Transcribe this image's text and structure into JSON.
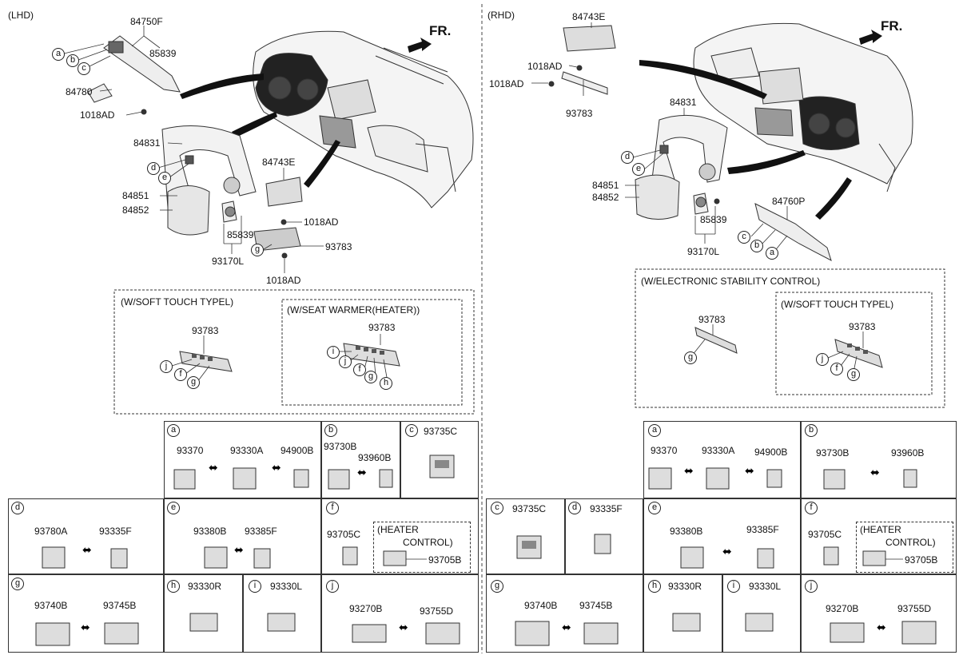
{
  "lhd": {
    "title": "(LHD)",
    "fr": "FR.",
    "parts": {
      "p84750F": "84750F",
      "p85839a": "85839",
      "p84780": "84780",
      "p1018AD_a": "1018AD",
      "p84831": "84831",
      "p84851": "84851",
      "p84852": "84852",
      "p84743E": "84743E",
      "p1018AD_b": "1018AD",
      "p85839b": "85839",
      "p93783": "93783",
      "p93170L": "93170L",
      "p1018AD_c": "1018AD"
    },
    "callouts": {
      "a": "a",
      "b": "b",
      "c": "c",
      "d": "d",
      "e": "e",
      "g": "g"
    },
    "soft_touch": {
      "title": "(W/SOFT TOUCH TYPEL)",
      "part": "93783",
      "callouts": [
        "j",
        "f",
        "g"
      ]
    },
    "seat_warmer": {
      "title": "(W/SEAT WARMER(HEATER))",
      "part": "93783",
      "callouts": [
        "i",
        "j",
        "f",
        "g",
        "h"
      ]
    }
  },
  "rhd": {
    "title": "(RHD)",
    "fr": "FR.",
    "parts": {
      "p84743E": "84743E",
      "p1018AD_a": "1018AD",
      "p1018AD_b": "1018AD",
      "p93783": "93783",
      "p84831": "84831",
      "p84851": "84851",
      "p84852": "84852",
      "p85839": "85839",
      "p93170L": "93170L",
      "p84760P": "84760P"
    },
    "callouts": {
      "d": "d",
      "e": "e",
      "c": "c",
      "b": "b",
      "a": "a"
    },
    "esc": {
      "title": "(W/ELECTRONIC STABILITY CONTROL)",
      "part": "93783",
      "callout": "g"
    },
    "soft_touch": {
      "title": "(W/SOFT TOUCH TYPEL)",
      "part": "93783",
      "callouts": [
        "j",
        "f",
        "g"
      ]
    }
  },
  "lhd_table": {
    "a": {
      "key": "a",
      "parts": [
        "93370",
        "93330A",
        "94900B"
      ]
    },
    "b": {
      "key": "b",
      "parts": [
        "93730B",
        "93960B"
      ]
    },
    "c": {
      "key": "c",
      "parts": [
        "93735C"
      ]
    },
    "d": {
      "key": "d",
      "parts": [
        "93780A",
        "93335F"
      ]
    },
    "e": {
      "key": "e",
      "parts": [
        "93380B",
        "93385F"
      ]
    },
    "f": {
      "key": "f",
      "parts": [
        "93705C",
        "93705B"
      ],
      "note1": "(HEATER",
      "note2": "CONTROL)"
    },
    "g": {
      "key": "g",
      "parts": [
        "93740B",
        "93745B"
      ]
    },
    "h": {
      "key": "h",
      "parts": [
        "93330R"
      ]
    },
    "i": {
      "key": "i",
      "parts": [
        "93330L"
      ]
    },
    "j": {
      "key": "j",
      "parts": [
        "93270B",
        "93755D"
      ]
    }
  },
  "rhd_table": {
    "a": {
      "key": "a",
      "parts": [
        "93370",
        "93330A",
        "94900B"
      ]
    },
    "b": {
      "key": "b",
      "parts": [
        "93730B",
        "93960B"
      ]
    },
    "c": {
      "key": "c",
      "parts": [
        "93735C"
      ]
    },
    "d": {
      "key": "d",
      "parts": [
        "93335F"
      ]
    },
    "e": {
      "key": "e",
      "parts": [
        "93380B",
        "93385F"
      ]
    },
    "f": {
      "key": "f",
      "parts": [
        "93705C",
        "93705B"
      ],
      "note1": "(HEATER",
      "note2": "CONTROL)"
    },
    "g": {
      "key": "g",
      "parts": [
        "93740B",
        "93745B"
      ]
    },
    "h": {
      "key": "h",
      "parts": [
        "93330R"
      ]
    },
    "i": {
      "key": "i",
      "parts": [
        "93330L"
      ]
    },
    "j": {
      "key": "j",
      "parts": [
        "93270B",
        "93755D"
      ]
    }
  }
}
